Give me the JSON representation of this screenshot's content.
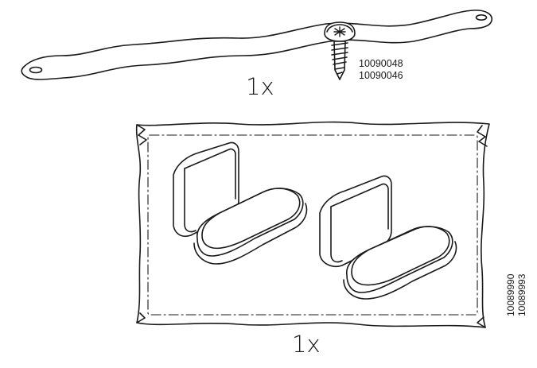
{
  "part_top": {
    "quantity": "1x",
    "article_numbers": [
      "10090048",
      "10090046"
    ]
  },
  "part_bottom": {
    "quantity": "1x",
    "article_numbers": [
      "10089990",
      "10089993"
    ]
  },
  "icons": [
    "metal-strap-icon",
    "wood-screw-icon",
    "sealed-bag-icon",
    "glide-foot-icon"
  ]
}
